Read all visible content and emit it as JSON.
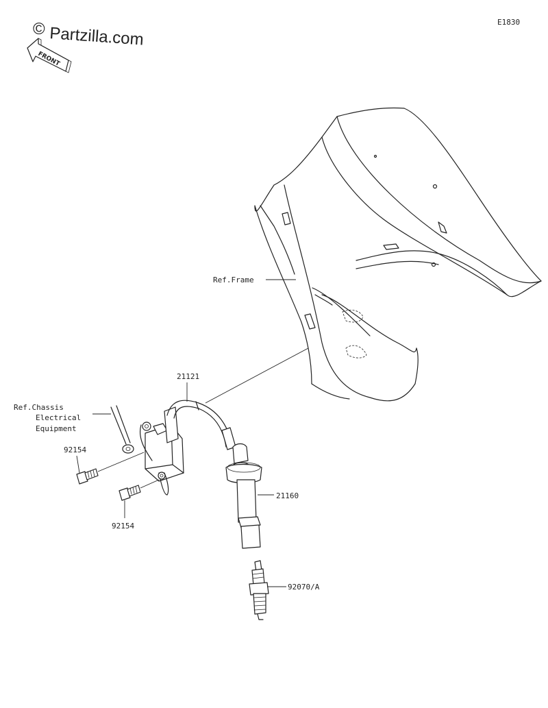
{
  "diagram_code": "E1830",
  "watermark": {
    "copyright_symbol": "©",
    "brand": "Partzilla.com"
  },
  "orientation_marker": {
    "text": "FRONT",
    "icon": "front-arrow-icon"
  },
  "callouts": {
    "frame_ref": "Ref.Frame",
    "chassis_ref_line1": "Ref.Chassis",
    "chassis_ref_line2": "Electrical",
    "chassis_ref_line3": "Equipment",
    "cable": "21121",
    "bolt_upper": "92154",
    "bolt_lower": "92154",
    "plug_cap": "21160",
    "spark_plug": "92070/A"
  }
}
